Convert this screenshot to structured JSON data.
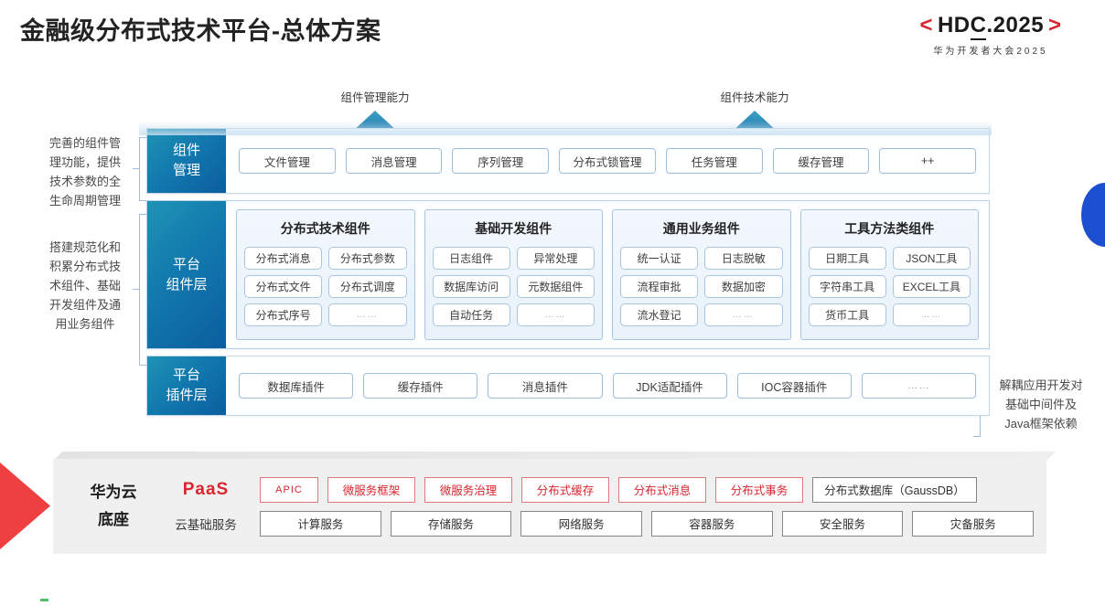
{
  "header": {
    "title": "金融级分布式技术平台-总体方案",
    "logo_prefix": "<",
    "logo_h": "H",
    "logo_d": "D",
    "logo_c": "C",
    "logo_rest": ".2025",
    "logo_suffix": ">",
    "logo_sub": "华为开发者大会2025"
  },
  "arrows": [
    {
      "label": "组件管理能力"
    },
    {
      "label": "组件技术能力"
    }
  ],
  "left_notes": [
    "完善的组件管\n理功能，提供\n技术参数的全\n生命周期管理",
    "搭建规范化和\n积累分布式技\n术组件、基础\n开发组件及通\n用业务组件"
  ],
  "right_note": "解耦应用开发对\n基础中间件及\nJava框架依赖",
  "layers": {
    "component_mgmt": {
      "label": "组件\n管理",
      "label_line1": "组件",
      "label_line2": "管理",
      "items": [
        "文件管理",
        "消息管理",
        "序列管理",
        "分布式锁管理",
        "任务管理",
        "缓存管理",
        "++"
      ]
    },
    "platform_component": {
      "label_line1": "平台",
      "label_line2": "组件层",
      "groups": [
        {
          "title": "分布式技术组件",
          "rows": [
            [
              "分布式消息",
              "分布式参数"
            ],
            [
              "分布式文件",
              "分布式调度"
            ],
            [
              "分布式序号",
              "……"
            ]
          ]
        },
        {
          "title": "基础开发组件",
          "rows": [
            [
              "日志组件",
              "异常处理"
            ],
            [
              "数据库访问",
              "元数据组件"
            ],
            [
              "自动任务",
              "……"
            ]
          ]
        },
        {
          "title": "通用业务组件",
          "rows": [
            [
              "统一认证",
              "日志脱敏"
            ],
            [
              "流程审批",
              "数据加密"
            ],
            [
              "流水登记",
              "……"
            ]
          ]
        },
        {
          "title": "工具方法类组件",
          "rows": [
            [
              "日期工具",
              "JSON工具"
            ],
            [
              "字符串工具",
              "EXCEL工具"
            ],
            [
              "货币工具",
              "……"
            ]
          ]
        }
      ]
    },
    "platform_plugin": {
      "label_line1": "平台",
      "label_line2": "插件层",
      "items": [
        "数据库插件",
        "缓存插件",
        "消息插件",
        "JDK适配插件",
        "IOC容器插件",
        "……"
      ]
    }
  },
  "paas": {
    "title_line1": "华为云",
    "title_line2": "底座",
    "paas_label": "PaaS",
    "cloud_label": "云基础服务",
    "paas_items": [
      {
        "text": "APIC",
        "style": "red",
        "size": "s1"
      },
      {
        "text": "微服务框架",
        "style": "red",
        "size": "s2"
      },
      {
        "text": "微服务治理",
        "style": "red",
        "size": "s2"
      },
      {
        "text": "分布式缓存",
        "style": "red",
        "size": "s2"
      },
      {
        "text": "分布式消息",
        "style": "red",
        "size": "s2"
      },
      {
        "text": "分布式事务",
        "style": "red",
        "size": "s2"
      },
      {
        "text": "分布式数据库（GaussDB）",
        "style": "grey",
        "size": "wide"
      }
    ],
    "cloud_items": [
      "计算服务",
      "存储服务",
      "网络服务",
      "容器服务",
      "安全服务",
      "灾备服务"
    ]
  },
  "colors": {
    "brand_red": "#d7262f",
    "brand_blue": "#1279ae",
    "accent_blue": "#1c4fd0",
    "panel_grey": "#f0f0f0"
  }
}
